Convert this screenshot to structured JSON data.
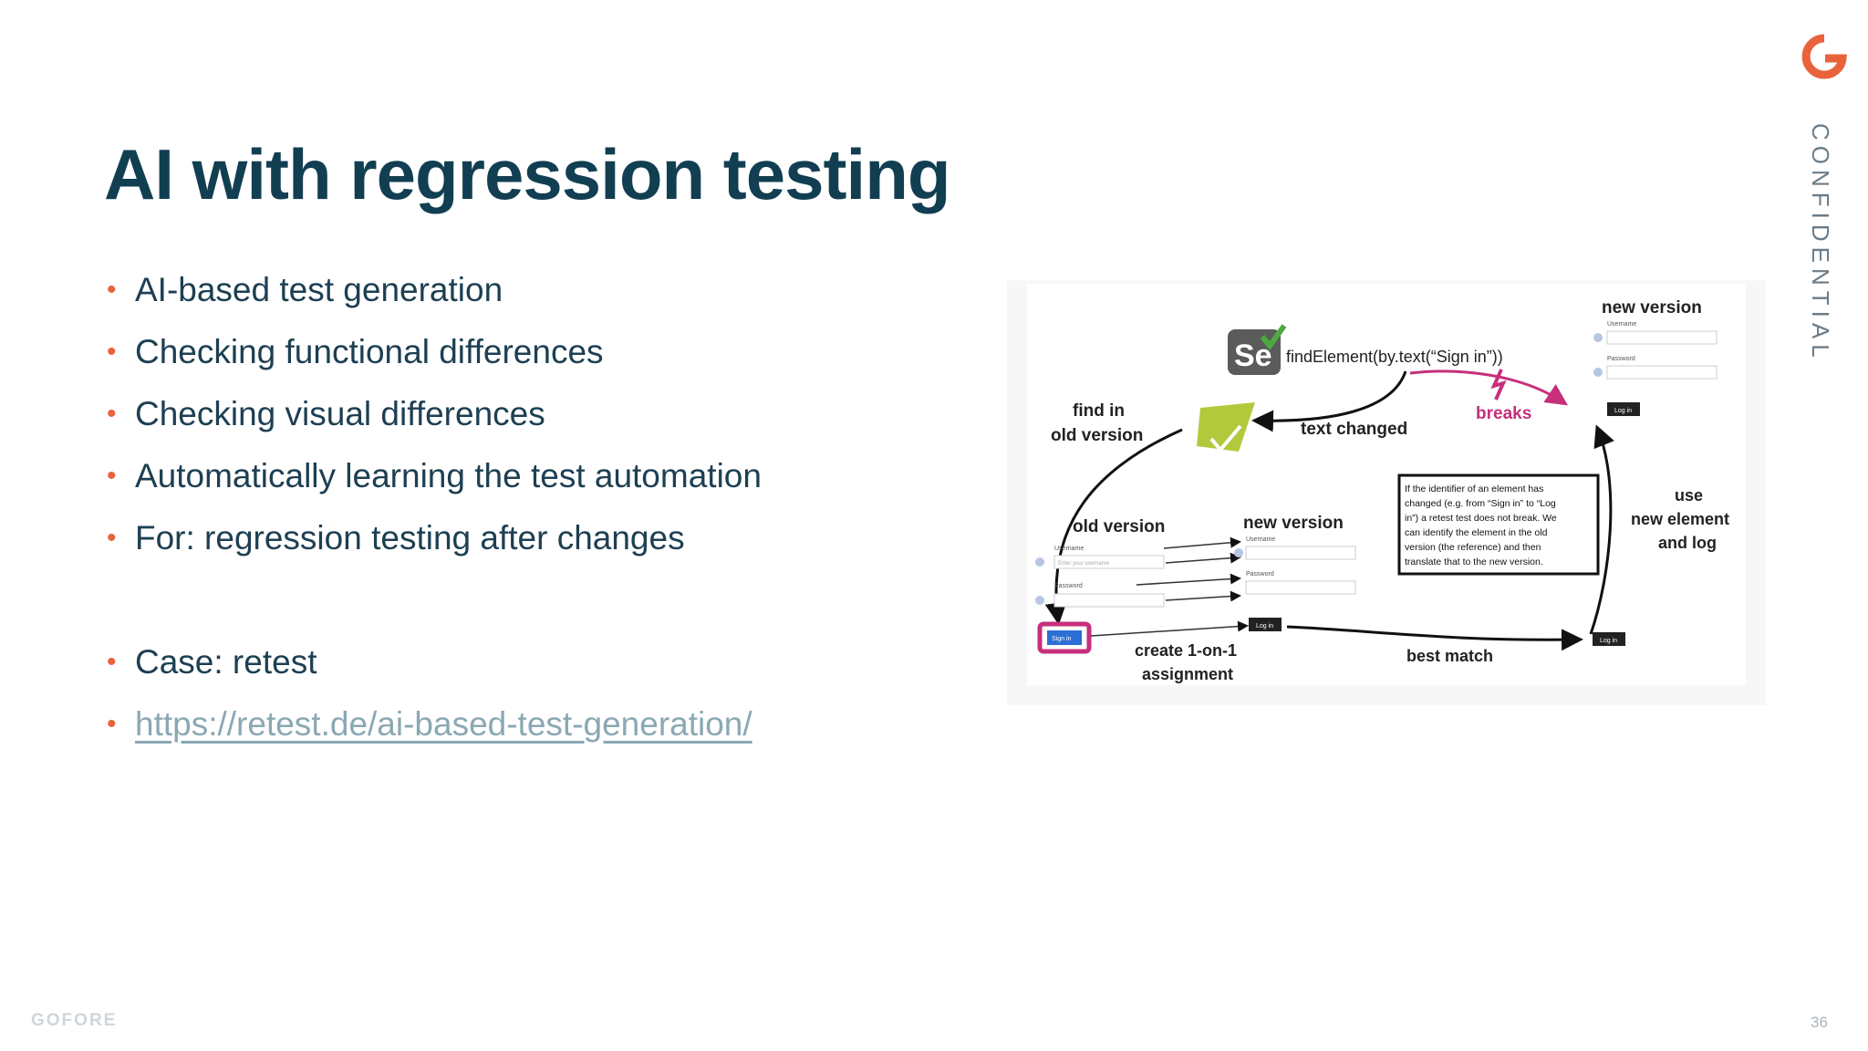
{
  "slide": {
    "title": "AI with regression testing",
    "classification": "CONFIDENTIAL",
    "bullets": [
      "AI-based test generation",
      "Checking functional differences",
      "Checking visual differences",
      "Automatically learning the test automation",
      "For: regression testing after changes"
    ],
    "case_label": "Case: retest",
    "link_text": "https://retest.de/ai-based-test-generation/",
    "footer_brand": "GOFORE",
    "page_number": "36",
    "accent_color": "#e8633b",
    "title_color": "#123e52"
  },
  "figure": {
    "selenium_icon_text": "Se",
    "code": "findElement(by.text(“Sign in”))",
    "breaks": "breaks",
    "text_changed": "text changed",
    "find_in_1": "find in",
    "find_in_2": "old version",
    "old_version": "old version",
    "new_version_mid": "new version",
    "new_version_top": "new version",
    "username": "Username",
    "password": "Password",
    "placeholder": "Enter your username",
    "sign_in_btn": "Sign in",
    "log_in_btn": "Log in",
    "create_1": "create 1-on-1",
    "create_2": "assignment",
    "best_match": "best match",
    "use_1": "use",
    "use_2": "new element",
    "use_3": "and log",
    "note_lines": [
      "If the identifier of an element has",
      "changed (e.g. from “Sign in” to “Log",
      "in”) a retest test does not break. We",
      "can identify the element in the old",
      "version (the reference) and then",
      "translate that to the new version."
    ]
  }
}
